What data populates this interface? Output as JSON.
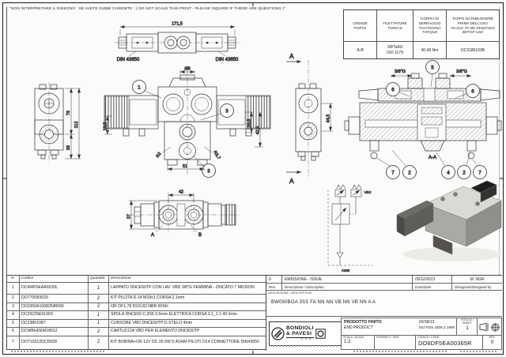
{
  "note": "\"NON INTERPRETARE IL DISEGNO : SE AVETE DUBBI CHIEDETE : ( DO NOT SCALE THIS PRINT - PLEASE INQUIRE IF THERE ARE QUESTIONS )\"",
  "ports_table": {
    "col1": {
      "it": "UTENZE",
      "en": "PORTS",
      "value": "A-B"
    },
    "col2": {
      "it": "FILETTATURE",
      "en": "THREAD",
      "value_line1": "3/8\"GAS",
      "value_line2": "ISO 1179"
    },
    "col3": {
      "it": "COPPIA DI SERRAGGIO",
      "en": "TIGHTENING TORQUE",
      "value": "40-45 Nm"
    },
    "col4": {
      "it": "TAPPO DA RIMUOVERE PRIMA DELL'USO",
      "en": "PLUGS TO BE REMOVED BEFOR USE",
      "value": "DC3186103B"
    }
  },
  "drawing": {
    "top_view": {
      "dim_width": "171,5",
      "din_left": "DIN 43650",
      "din_right": "DIN 43650"
    },
    "side_view": {
      "dim_76": "76",
      "dim_112": "112",
      "dim_36": "36"
    },
    "front_view": {
      "balloon_1": "1",
      "balloon_3_right": "3",
      "balloon_3_bottom": "3",
      "dim_hole": "Ø8",
      "dim_13_5": "13,5",
      "dim_26_5": "26,5",
      "dim_42_5": "42,5",
      "dim_51": "51",
      "dim_r2": "R2",
      "dim_r37": "R3,7"
    },
    "bottom_view": {
      "dim_42": "42",
      "dim_37": "37",
      "port_a": "A",
      "port_b": "B"
    },
    "section_cut": {
      "label_a_top": "A",
      "label_a_bottom": "A",
      "dim_44_5": "44,5"
    },
    "section_aa": {
      "caption": "A-A",
      "thread_left": "3/8\"G",
      "thread_right": "3/8\"G",
      "balloon_5": "5",
      "balloon_6_left": "6",
      "balloon_6_right": "6",
      "balloon_7_left": "7",
      "balloon_2_left": "2",
      "balloon_4": "4",
      "balloon_2_right": "2",
      "balloon_7_right": "7"
    },
    "schematic": {
      "label_vbd": "VBD",
      "code": "A388"
    }
  },
  "parts_table": {
    "headers": {
      "num": "N.",
      "code": "Codice",
      "qty": "Quantità",
      "desc": "Descrizione"
    },
    "rows": [
      {
        "num": "1",
        "code": "DC4WF5EAA0220L",
        "qty": "1",
        "desc": "LAPPATO DNCE50TP CON LAV. VBD 3/8\"G FEMMINA - ZINCATO 7 MICRON"
      },
      {
        "num": "2",
        "code": "DO770083029",
        "qty": "2",
        "desc": "KIT PILOTA D.14 M18x1 CORSA 2.1mm"
      },
      {
        "num": "3",
        "code": "DC0350A10082NBR90",
        "qty": "2",
        "desc": "OR DF1,78 DI10,82 NBR 90SH"
      },
      {
        "num": "4",
        "code": "DC29225E01003",
        "qty": "1",
        "desc": "SPOLA DNCE50 C.3S5 0.5mm ELETTRICA CORSA 2.1_2.1 40 l/min"
      },
      {
        "num": "5",
        "code": "DC23801087",
        "qty": "1",
        "desc": "CURSORE VBD DNCE50TP D.STELO 4mm"
      },
      {
        "num": "6",
        "code": "DCWBHDEM18012",
        "qty": "2",
        "desc": "CARTUCCIA VBD PER ELEMENTO DNCE50TP"
      },
      {
        "num": "7",
        "code": "DO712012DCD028",
        "qty": "2",
        "desc": "KIT BOBINA+OR 12V DC 26.5W 5.4OHM PILOTI D14 CONNETTORE DIN43650"
      }
    ]
  },
  "title_block": {
    "revision": {
      "rev": "0",
      "desc": "EMISSIONE - ISSUE",
      "date": "09/12/2013",
      "by": "M. NGR"
    },
    "revision_headers": {
      "rev": "Rev.",
      "desc": "Descrizione / Description",
      "date": "Data/Date",
      "by": "Disegnato/Designed by"
    },
    "description_label": "DESCRIZIONE / DESCRIPTION",
    "description_value": "BW050BOA 3SS FA NN NN VB NN VB NN A A",
    "company": {
      "line1": "BONDIOLI",
      "line2": "& PAVESI",
      "line3": "S.P.A."
    },
    "product": {
      "label_it": "PRODOTTO FINITO",
      "label_en": "END PRODUCT",
      "value1": "20/18/13",
      "value2": "ISO FDS 4406.2 1999"
    },
    "sheet": {
      "label": "FOGLIO / SHEET",
      "value": "1"
    },
    "scale": {
      "label": "SCALA / SCALE",
      "value": "1:2"
    },
    "format": {
      "label": "FORMATO / SIZE",
      "value": ""
    },
    "code": {
      "label": "CODICE / CODE",
      "value": "DO6DF5EA00365R"
    },
    "rev": {
      "label": "REV.",
      "value": "0"
    }
  }
}
